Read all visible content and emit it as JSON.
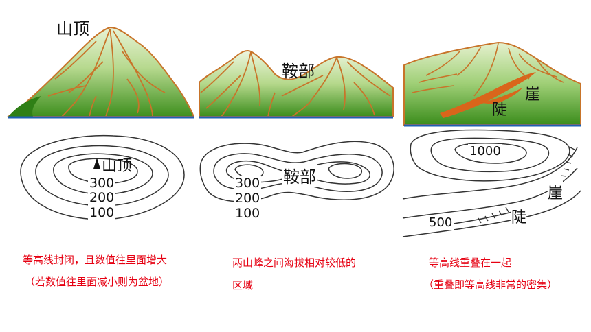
{
  "panels": [
    {
      "mountain_label": "山顶",
      "contour_label": "山顶",
      "contour_values": [
        "300",
        "200",
        "100"
      ],
      "caption_line1": "等高线封闭，且数值往里面增大",
      "caption_line2": "（若数值往里面减小则为盆地）"
    },
    {
      "mountain_label": "鞍部",
      "contour_label": "鞍部",
      "contour_values": [
        "300",
        "200",
        "100"
      ],
      "caption_line1": "两山峰之间海拔相对较低的",
      "caption_line2": "区域"
    },
    {
      "mountain_label_1": "陡",
      "mountain_label_2": "崖",
      "contour_values": [
        "1000",
        "500"
      ],
      "contour_label_1": "崖",
      "contour_label_2": "陡",
      "caption_line1": "等高线重叠在一起",
      "caption_line2": "（重叠即等高线非常的密集）"
    }
  ],
  "colors": {
    "caption": "#e60012",
    "ground_line": "#1f5fb3",
    "outline": "#c8742a",
    "hill_light": "#c6dfa2",
    "hill_dark": "#3e8f1e"
  }
}
